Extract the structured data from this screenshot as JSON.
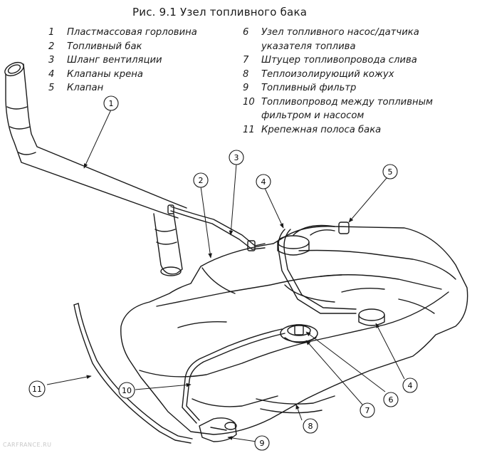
{
  "title": "Рис. 9.1 Узел топливного бака",
  "legend_left": [
    {
      "num": "1",
      "text": "Пластмассовая горловина"
    },
    {
      "num": "2",
      "text": "Топливный бак"
    },
    {
      "num": "3",
      "text": "Шланг вентиляции"
    },
    {
      "num": "4",
      "text": "Клапаны крена"
    },
    {
      "num": "5",
      "text": "Клапан"
    }
  ],
  "legend_right": [
    {
      "num": "6",
      "text": "Узел топливного насос/датчика",
      "cont": "указателя топлива"
    },
    {
      "num": "7",
      "text": "Штуцер топливопровода слива"
    },
    {
      "num": "8",
      "text": "Теплоизолирующий кожух"
    },
    {
      "num": "9",
      "text": "Топливный фильтр"
    },
    {
      "num": "10",
      "text": "Топливопровод между топливным",
      "cont": "фильтром и насосом"
    },
    {
      "num": "11",
      "text": "Крепежная полоса бака"
    }
  ],
  "callouts": [
    "1",
    "2",
    "3",
    "4",
    "5",
    "4",
    "6",
    "7",
    "8",
    "9",
    "10",
    "11"
  ],
  "watermark": "CARFRANCE.RU"
}
